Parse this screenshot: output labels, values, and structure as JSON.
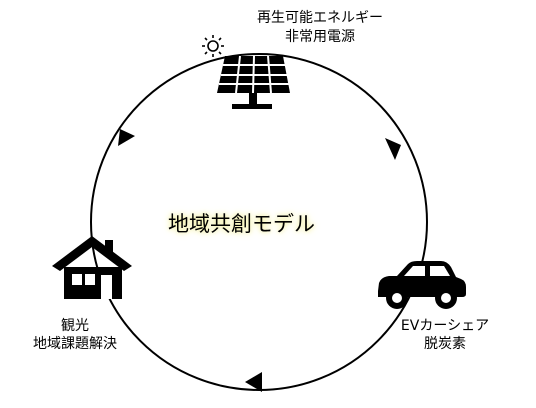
{
  "center_title": "地域共創モデル",
  "nodes": {
    "energy": {
      "line1": "再生可能エネルギー",
      "line2": "非常用電源",
      "icon": "solar-panel-icon"
    },
    "ev": {
      "line1": "EVカーシェア",
      "line2": "脱炭素",
      "icon": "car-icon"
    },
    "tourism": {
      "line1": "観光",
      "line2": "地域課題解決",
      "icon": "house-icon"
    }
  },
  "colors": {
    "stroke": "#000000",
    "title_glow": "#f3f0a0"
  }
}
